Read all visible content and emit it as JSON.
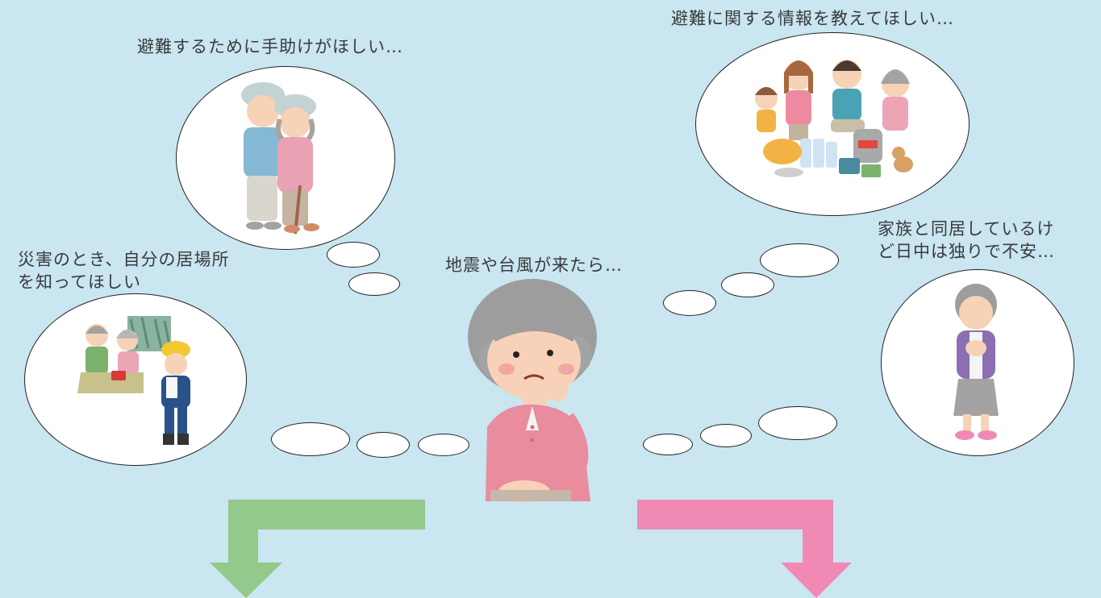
{
  "captions": {
    "evacuation_help": "避難するために手助けがほしい…",
    "evacuation_info": "避難に関する情報を教えてほしい…",
    "shelter_location": "災害のとき、自分の居場所\nを知ってほしい",
    "typhoon_worry": "地震や台風が来たら…",
    "alone_daytime": "家族と同居しているけ\nど日中は独りで不安…"
  },
  "colors": {
    "background": "#c9e6f1",
    "arrow_left": "#93c98b",
    "arrow_right": "#f08ab5"
  }
}
